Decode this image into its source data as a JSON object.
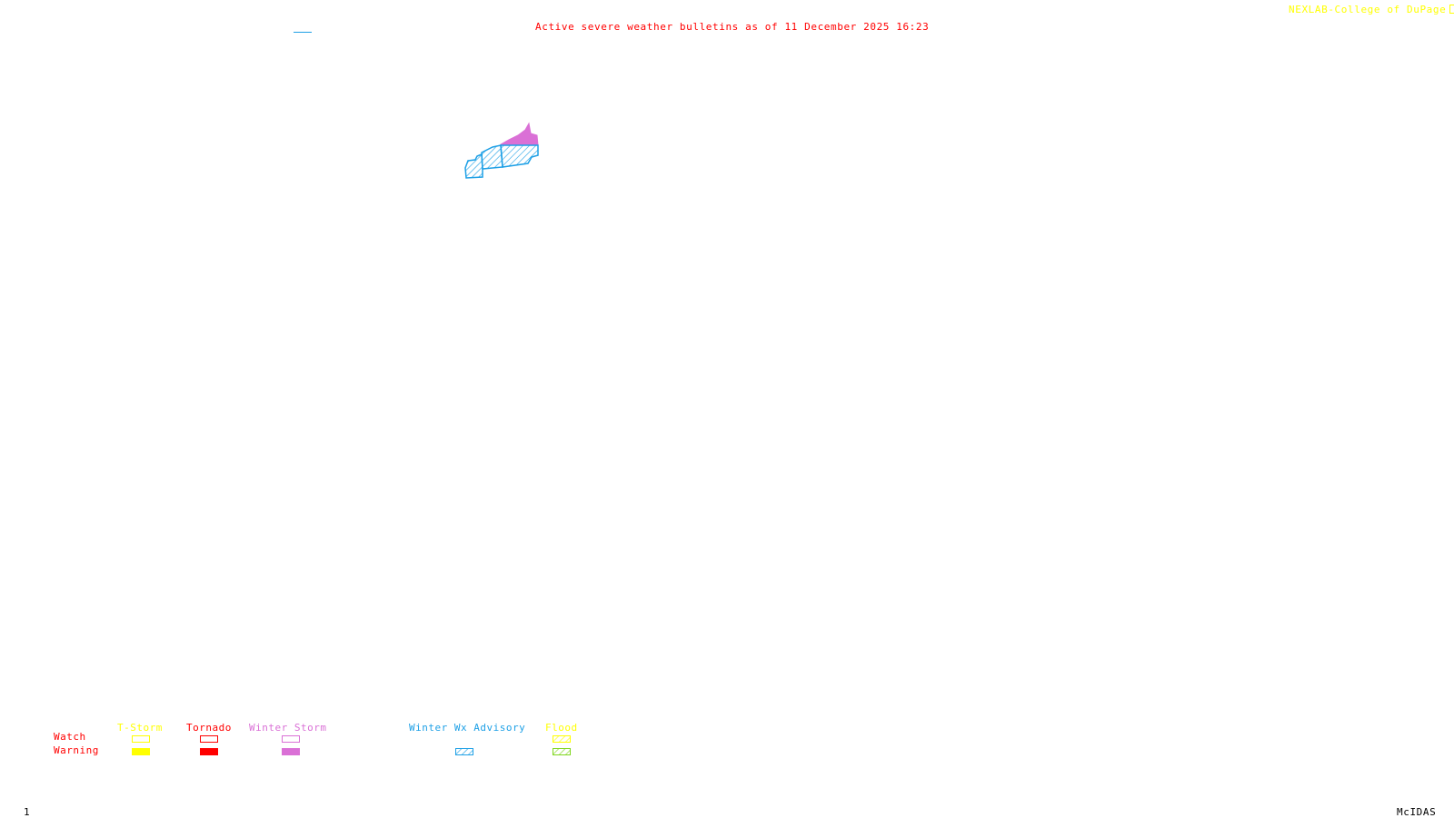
{
  "header": {
    "title": "Active severe weather bulletins as of 11 December 2025 16:23",
    "credit": "NEXLAB-College of DuPage",
    "credit_icon": "nexlab-logo-icon"
  },
  "map": {
    "active_bulletins": [
      {
        "type": "Winter Wx Advisory",
        "category": "Warning",
        "color": "#1ea0e6",
        "pattern": "hatched"
      },
      {
        "type": "Winter Storm",
        "category": "Warning",
        "color": "#da70d6",
        "pattern": "solid"
      }
    ]
  },
  "legend": {
    "row_labels": {
      "watch": "Watch",
      "warning": "Warning"
    },
    "row_label_color": "#ff0000",
    "columns": [
      {
        "label": "T-Storm",
        "color": "#ffff00",
        "watch_style": "outline",
        "warning_style": "solid"
      },
      {
        "label": "Tornado",
        "color": "#ff0000",
        "watch_style": "outline",
        "warning_style": "solid"
      },
      {
        "label": "Winter Storm",
        "color": "#da70d6",
        "watch_style": "outline",
        "warning_style": "solid"
      },
      {
        "label": "Winter Wx Advisory",
        "color": "#1ea0e6",
        "watch_style": "none",
        "warning_style": "hatched"
      },
      {
        "label": "Flood",
        "color": "#ffff00",
        "warning_color": "#7fd61e",
        "watch_style": "hatched",
        "warning_style": "hatched"
      }
    ]
  },
  "footer": {
    "frame_number": "1",
    "software": "McIDAS"
  }
}
